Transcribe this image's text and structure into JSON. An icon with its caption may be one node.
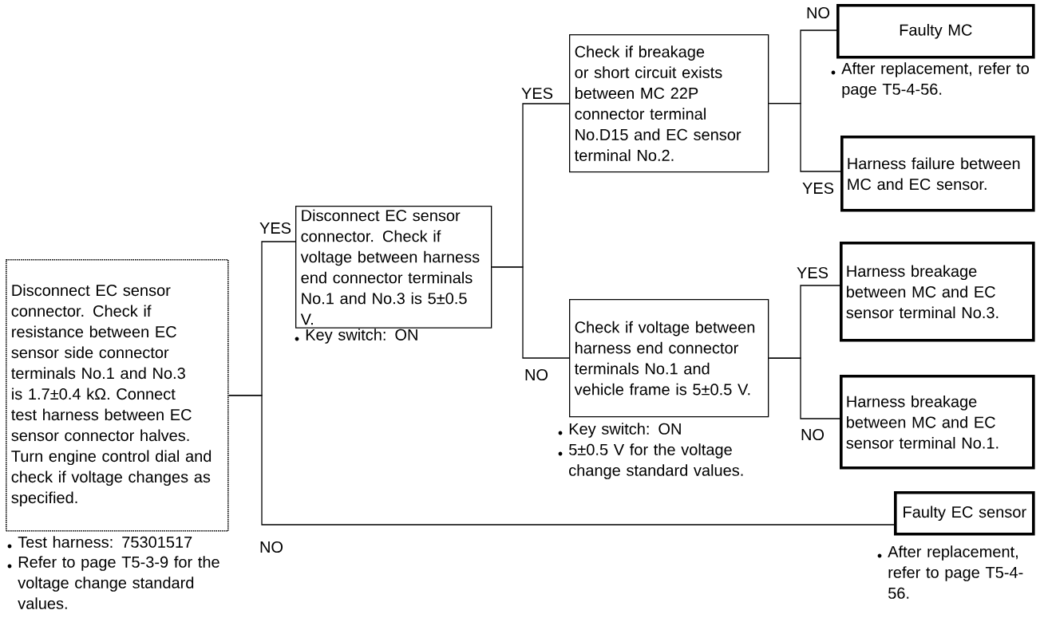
{
  "diagram": {
    "nodes": [
      {
        "text": [
          "Disconnect EC sensor connector. Check if resistance between EC sensor side connector terminals No.1 and No.3 is 1.7±0.4 kΩ. Connect test harness between EC sensor connector halves. Turn engine control dial and check if voltage changes as specified."
        ],
        "beside": [
          "Test harness: 75301517",
          "Refer to page T5-3-9 for the voltage change standard values."
        ]
      },
      {
        "text": [
          "Disconnect EC sensor connector. Check if voltage between harness end connector terminals No.1 and No.3 is 5±0.5 V."
        ],
        "beside": [
          "Key switch: ON"
        ]
      },
      {
        "text": [
          "Check if breakage or short circuit exists between MC 22P connector terminal No.D15 and EC sensor terminal No.2."
        ]
      },
      {
        "text": [
          "Check if voltage between harness end connector terminals No.1 and vehicle frame is 5±0.5 V."
        ],
        "beside": [
          "Key switch: ON",
          "5±0.5 V for the voltage change standard values."
        ]
      },
      {
        "text": [
          "Faulty MC"
        ],
        "beside": [
          "After replacement, refer to page T5-4-56."
        ]
      },
      {
        "text": [
          "Harness failure between MC and EC sensor."
        ]
      },
      {
        "text": [
          "Harness breakage between MC and EC sensor terminal No.3."
        ]
      },
      {
        "text": [
          "Harness breakage between MC and EC sensor terminal No.1."
        ]
      },
      {
        "text": [
          "Faulty EC sensor"
        ],
        "beside": [
          "After replacement, refer to page T5-4-56."
        ]
      }
    ],
    "edges": [
      {
        "from": 0,
        "to": 1,
        "arrow": "none",
        "label": "YES"
      },
      {
        "from": 0,
        "to": 8,
        "arrow": "none",
        "label": "NO"
      },
      {
        "from": 1,
        "to": 2,
        "arrow": "none",
        "label": "YES"
      },
      {
        "from": 1,
        "to": 3,
        "arrow": "none",
        "label": "NO"
      },
      {
        "from": 2,
        "to": 4,
        "arrow": "none",
        "label": "NO"
      },
      {
        "from": 2,
        "to": 5,
        "arrow": "none",
        "label": "YES"
      },
      {
        "from": 3,
        "to": 6,
        "arrow": "none",
        "label": "YES"
      },
      {
        "from": 3,
        "to": 7,
        "arrow": "none",
        "label": "NO"
      }
    ]
  }
}
